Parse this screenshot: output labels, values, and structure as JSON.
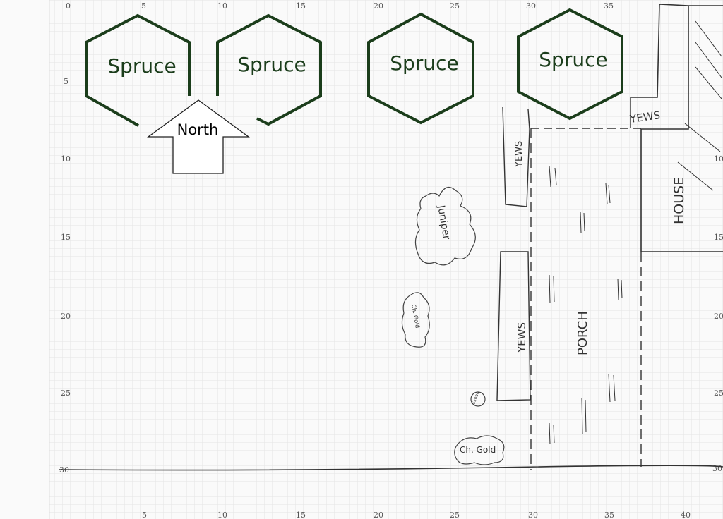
{
  "map": {
    "top_ticks": [
      "0",
      "5",
      "10",
      "15",
      "20",
      "25",
      "30",
      "35"
    ],
    "bottom_ticks": [
      "5",
      "10",
      "15",
      "20",
      "25",
      "30",
      "35",
      "40"
    ],
    "left_ticks": [
      "5",
      "10",
      "15",
      "20",
      "25",
      "30"
    ],
    "right_ticks": [
      "10",
      "15",
      "20",
      "25",
      "30"
    ]
  },
  "trees": [
    {
      "label": "Spruce"
    },
    {
      "label": "Spruce"
    },
    {
      "label": "Spruce"
    },
    {
      "label": "Spruce"
    }
  ],
  "north_arrow": {
    "label": "North"
  },
  "labels": {
    "yews_top": "YEWS",
    "yews_upper": "YEWS",
    "yews_lower": "YEWS",
    "juniper": "Juniper",
    "ch_gold_upper": "Ch. Gold",
    "ch_gold_lower": "Ch. Gold",
    "small_shrub": "S.mag",
    "porch": "PORCH",
    "house": "HOUSE"
  },
  "colors": {
    "spruce": "#1b3d1b",
    "pencil": "#333333",
    "grid": "#e4e4e4"
  }
}
